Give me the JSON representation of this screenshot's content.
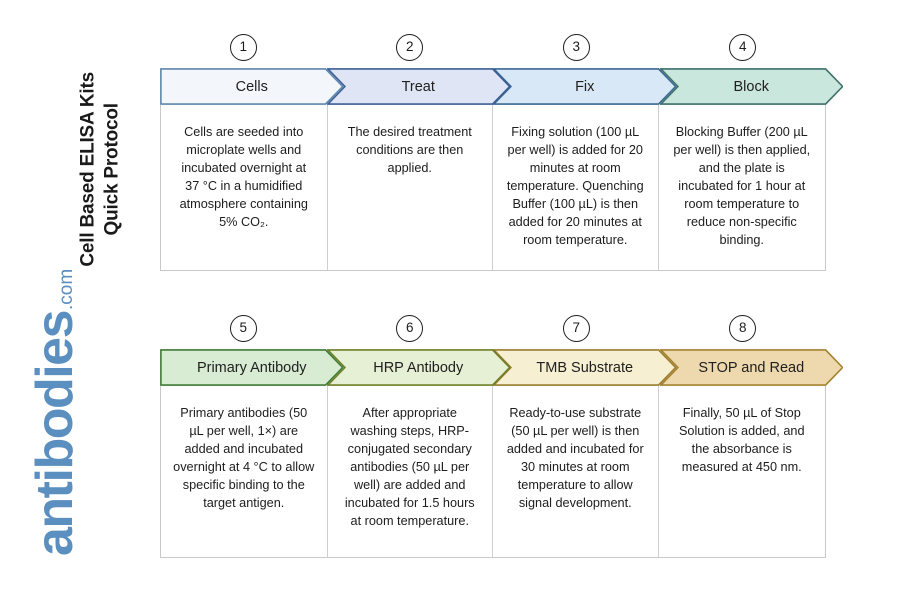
{
  "title": {
    "line1": "Cell Based ELISA Kits",
    "line2": "Quick Protocol"
  },
  "brand": {
    "name": "antibodies",
    "tld": ".com",
    "color": "#5b8fc0"
  },
  "rows": [
    {
      "id": "row-1",
      "steps": [
        {
          "number": "1",
          "label": "Cells",
          "fill": "#f3f7fb",
          "stroke": "#5c86ab",
          "description": "Cells are seeded into microplate wells and incubated overnight at 37 °C in a humidified atmosphere containing 5% CO₂."
        },
        {
          "number": "2",
          "label": "Treat",
          "fill": "#dfe5f5",
          "stroke": "#3c5f96",
          "description": "The desired treatment conditions are then applied."
        },
        {
          "number": "3",
          "label": "Fix",
          "fill": "#d9e8f7",
          "stroke": "#3b6792",
          "description": "Fixing solution (100 µL per well) is added for 20 minutes at room temperature. Quenching Buffer (100 µL) is then added for 20 minutes at room temperature."
        },
        {
          "number": "4",
          "label": "Block",
          "fill": "#c9e7dd",
          "stroke": "#3f6f6a",
          "description": "Blocking Buffer (200 µL per well) is then applied, and the plate is incubated for 1 hour at room temperature to reduce non-specific binding."
        }
      ]
    },
    {
      "id": "row-2",
      "steps": [
        {
          "number": "5",
          "label": "Primary Antibody",
          "fill": "#d8ecd3",
          "stroke": "#3f7a36",
          "description": "Primary antibodies (50 µL per well, 1×) are added and incubated overnight at 4 °C to allow specific binding to the target antigen."
        },
        {
          "number": "6",
          "label": "HRP Antibody",
          "fill": "#e6f0d4",
          "stroke": "#6f7f28",
          "description": "After appropriate washing steps, HRP-conjugated secondary antibodies (50 µL per well) are added and incubated for 1.5 hours at room temperature."
        },
        {
          "number": "7",
          "label": "TMB Substrate",
          "fill": "#f6efd2",
          "stroke": "#9a7c2c",
          "description": "Ready-to-use substrate (50 µL per well) is then added and incubated for 30 minutes at room temperature to allow signal development."
        },
        {
          "number": "8",
          "label": "STOP and Read",
          "fill": "#eed9ae",
          "stroke": "#a4812f",
          "description": "Finally, 50 µL of Stop Solution is added, and the absorbance is measured at 450 nm."
        }
      ]
    }
  ]
}
